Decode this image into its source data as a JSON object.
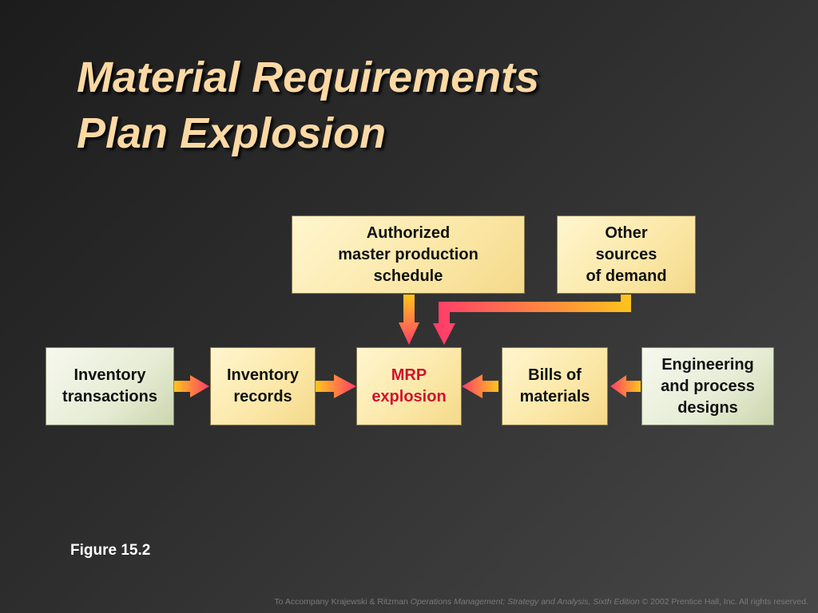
{
  "title": {
    "line1": "Material Requirements",
    "line2": "Plan Explosion"
  },
  "boxes": {
    "authorized_mps": [
      "Authorized",
      "master production",
      "schedule"
    ],
    "other_demand": [
      "Other",
      "sources",
      "of demand"
    ],
    "inventory_transactions": [
      "Inventory",
      "transactions"
    ],
    "inventory_records": [
      "Inventory",
      "records"
    ],
    "mrp_explosion": [
      "MRP",
      "explosion"
    ],
    "bills_of_materials": [
      "Bills of",
      "materials"
    ],
    "engineering_designs": [
      "Engineering",
      "and process",
      "designs"
    ]
  },
  "figure_label": "Figure 15.2",
  "footer": {
    "prefix": "To Accompany Krajewski & Ritzman ",
    "book_title": "Operations Management: Strategy and Analysis, Sixth Edition",
    "suffix": " © 2002 Prentice Hall, Inc. All rights reserved."
  },
  "colors": {
    "title": "#fcd9a4",
    "box_yellow": "#fbe7a6",
    "box_green": "#e6ecd4",
    "mrp_text": "#d1112e",
    "arrow_yellow": "#ffc51c",
    "arrow_pink": "#ff3d6a"
  }
}
